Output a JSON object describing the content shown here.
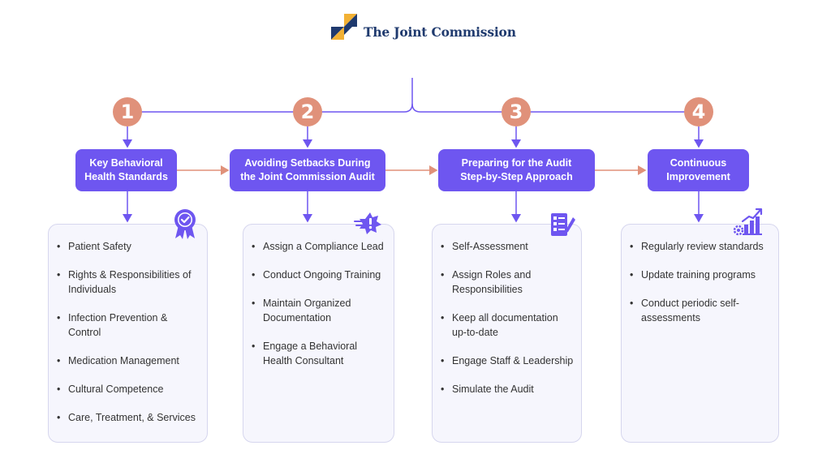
{
  "brand": {
    "name": "The Joint Commission",
    "logo_colors": [
      "#1f3a6e",
      "#f2b134"
    ]
  },
  "colors": {
    "accent": "#6e56f0",
    "number_badge": "#e0917a",
    "card_bg": "#f6f6fd",
    "arrow": "#e0917a"
  },
  "steps": [
    {
      "number": "1",
      "title": "Key Behavioral\nHealth Standards",
      "icon": "award-badge-icon",
      "items": [
        "Patient Safety",
        "Rights & Responsibilities of Individuals",
        "Infection Prevention & Control",
        "Medication Management",
        "Cultural Competence",
        "Care, Treatment, & Services"
      ]
    },
    {
      "number": "2",
      "title": "Avoiding Setbacks During\nthe Joint Commission Audit",
      "icon": "warning-burst-icon",
      "items": [
        "Assign a Compliance Lead",
        "Conduct Ongoing Training",
        "Maintain Organized Documentation",
        "Engage a Behavioral Health Consultant"
      ]
    },
    {
      "number": "3",
      "title": "Preparing for the Audit\nStep-by-Step Approach",
      "icon": "checklist-icon",
      "items": [
        "Self-Assessment",
        "Assign Roles and Responsibilities",
        "Keep all documentation up-to-date",
        "Engage Staff & Leadership",
        "Simulate the Audit"
      ]
    },
    {
      "number": "4",
      "title": "Continuous\nImprovement",
      "icon": "growth-chart-icon",
      "items": [
        "Regularly review standards",
        "Update training programs",
        "Conduct periodic self-assessments"
      ]
    }
  ]
}
